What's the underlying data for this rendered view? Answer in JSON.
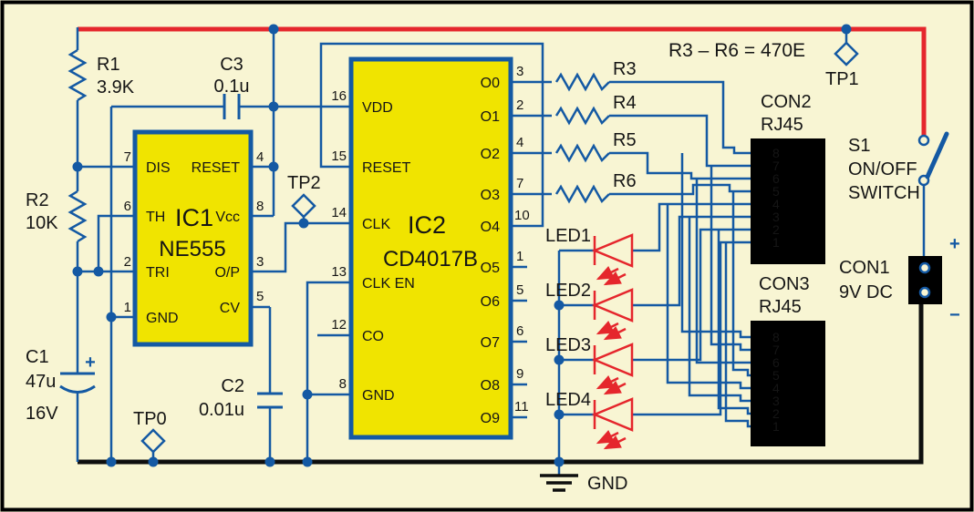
{
  "title_note": "R3 – R6 = 470E",
  "colors": {
    "background": "#F8F5D3",
    "wire_blue": "#1459A3",
    "power_rail_red": "#E5262C",
    "ic_fill_yellow": "#F0E400",
    "ground_black": "#0E0E0E",
    "led_red": "#E5262C"
  },
  "ic1": {
    "ref": "IC1",
    "part": "NE555",
    "pins": {
      "dis": {
        "num": "7",
        "name": "DIS"
      },
      "th": {
        "num": "6",
        "name": "TH"
      },
      "tri": {
        "num": "2",
        "name": "TRI"
      },
      "gnd": {
        "num": "1",
        "name": "GND"
      },
      "reset": {
        "num": "4",
        "name": "RESET"
      },
      "vcc": {
        "num": "8",
        "name": "Vcc"
      },
      "op": {
        "num": "3",
        "name": "O/P"
      },
      "cv": {
        "num": "5",
        "name": "CV"
      }
    }
  },
  "ic2": {
    "ref": "IC2",
    "part": "CD4017B",
    "left_pins": [
      {
        "num": "16",
        "name": "VDD"
      },
      {
        "num": "15",
        "name": "RESET"
      },
      {
        "num": "14",
        "name": "CLK"
      },
      {
        "num": "13",
        "name": "CLK EN"
      },
      {
        "num": "12",
        "name": "CO"
      },
      {
        "num": "8",
        "name": "GND"
      }
    ],
    "right_pins": [
      {
        "num": "3",
        "name": "O0"
      },
      {
        "num": "2",
        "name": "O1"
      },
      {
        "num": "4",
        "name": "O2"
      },
      {
        "num": "7",
        "name": "O3"
      },
      {
        "num": "10",
        "name": "O4"
      },
      {
        "num": "1",
        "name": "O5"
      },
      {
        "num": "5",
        "name": "O6"
      },
      {
        "num": "6",
        "name": "O7"
      },
      {
        "num": "9",
        "name": "O8"
      },
      {
        "num": "11",
        "name": "O9"
      }
    ]
  },
  "resistors": {
    "r1": {
      "ref": "R1",
      "value": "3.9K"
    },
    "r2": {
      "ref": "R2",
      "value": "10K"
    },
    "r3": {
      "ref": "R3"
    },
    "r4": {
      "ref": "R4"
    },
    "r5": {
      "ref": "R5"
    },
    "r6": {
      "ref": "R6"
    }
  },
  "capacitors": {
    "c1": {
      "ref": "C1",
      "value": "47u",
      "rating": "16V",
      "polarity": "+"
    },
    "c2": {
      "ref": "C2",
      "value": "0.01u"
    },
    "c3": {
      "ref": "C3",
      "value": "0.1u"
    }
  },
  "leds": [
    {
      "ref": "LED1"
    },
    {
      "ref": "LED2"
    },
    {
      "ref": "LED3"
    },
    {
      "ref": "LED4"
    }
  ],
  "switch": {
    "ref": "S1",
    "label_line1": "ON/OFF",
    "label_line2": "SWITCH"
  },
  "con1": {
    "ref": "CON1",
    "type": "9V DC",
    "plus": "+",
    "minus": "−"
  },
  "con2": {
    "ref": "CON2",
    "type": "RJ45",
    "pins": [
      "8",
      "7",
      "6",
      "5",
      "4",
      "3",
      "2",
      "1"
    ]
  },
  "con3": {
    "ref": "CON3",
    "type": "RJ45",
    "pins": [
      "8",
      "7",
      "6",
      "5",
      "4",
      "3",
      "2",
      "1"
    ]
  },
  "testpoints": {
    "tp0": "TP0",
    "tp1": "TP1",
    "tp2": "TP2"
  },
  "ground": {
    "label": "GND"
  }
}
